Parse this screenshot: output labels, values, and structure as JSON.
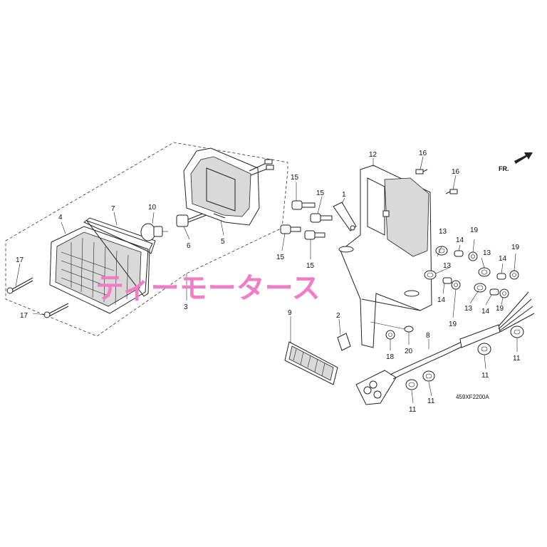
{
  "diagram": {
    "code": "459XF2200A",
    "direction_label": "FR.",
    "watermark": "ティーモータース",
    "callouts": [
      {
        "id": "c1",
        "text": "1"
      },
      {
        "id": "c2",
        "text": "2"
      },
      {
        "id": "c3",
        "text": "3"
      },
      {
        "id": "c4",
        "text": "4"
      },
      {
        "id": "c5",
        "text": "5"
      },
      {
        "id": "c6",
        "text": "6"
      },
      {
        "id": "c7",
        "text": "7"
      },
      {
        "id": "c8",
        "text": "8"
      },
      {
        "id": "c9",
        "text": "9"
      },
      {
        "id": "c10",
        "text": "10"
      },
      {
        "id": "c11a",
        "text": "11"
      },
      {
        "id": "c11b",
        "text": "11"
      },
      {
        "id": "c11c",
        "text": "11"
      },
      {
        "id": "c11d",
        "text": "11"
      },
      {
        "id": "c12",
        "text": "12"
      },
      {
        "id": "c13a",
        "text": "13"
      },
      {
        "id": "c13b",
        "text": "13"
      },
      {
        "id": "c13c",
        "text": "13"
      },
      {
        "id": "c13d",
        "text": "13"
      },
      {
        "id": "c14a",
        "text": "14"
      },
      {
        "id": "c14b",
        "text": "14"
      },
      {
        "id": "c14c",
        "text": "14"
      },
      {
        "id": "c14d",
        "text": "14"
      },
      {
        "id": "c15a",
        "text": "15"
      },
      {
        "id": "c15b",
        "text": "15"
      },
      {
        "id": "c15c",
        "text": "15"
      },
      {
        "id": "c15d",
        "text": "15"
      },
      {
        "id": "c16a",
        "text": "16"
      },
      {
        "id": "c16b",
        "text": "16"
      },
      {
        "id": "c17a",
        "text": "17"
      },
      {
        "id": "c17b",
        "text": "17"
      },
      {
        "id": "c18",
        "text": "18"
      },
      {
        "id": "c19a",
        "text": "19"
      },
      {
        "id": "c19b",
        "text": "19"
      },
      {
        "id": "c19c",
        "text": "19"
      },
      {
        "id": "c19d",
        "text": "19"
      },
      {
        "id": "c20",
        "text": "20"
      }
    ]
  }
}
